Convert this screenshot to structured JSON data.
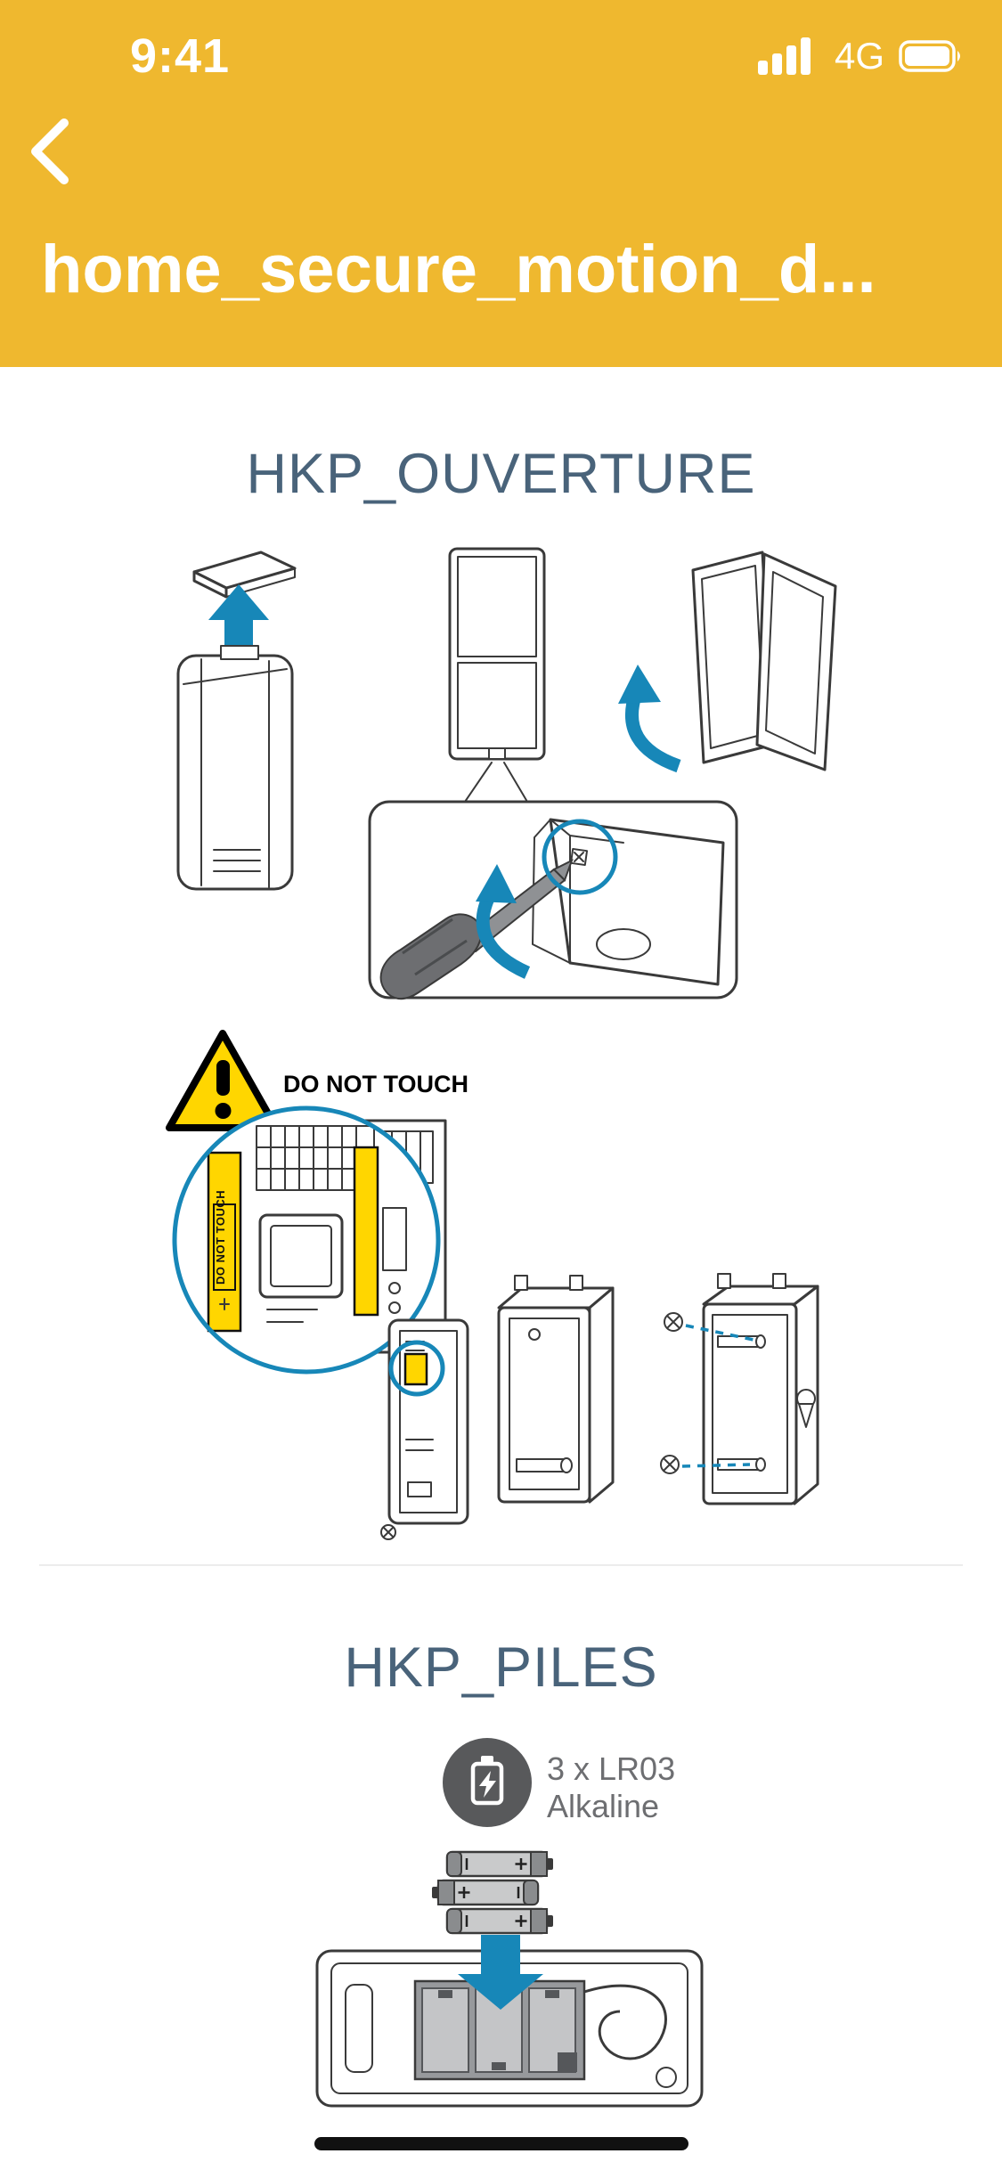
{
  "colors": {
    "header_bg": "#EFB82F",
    "accent_blue": "#1787B8",
    "heading": "#49637A",
    "warning_yellow": "#FFD600"
  },
  "status_bar": {
    "time": "9:41",
    "network": "4G",
    "signal_icon": "signal-bars",
    "battery_icon": "battery-full"
  },
  "header": {
    "back_icon": "chevron-left",
    "title": "home_secure_motion_d..."
  },
  "document": {
    "sections": [
      {
        "title": "HKP_OUVERTURE"
      },
      {
        "title": "HKP_PILES"
      }
    ],
    "warning_label": "DO NOT TOUCH",
    "pcb_strip_label": "DO NOT TOUCH",
    "battery": {
      "spec": "3 x LR03",
      "type": "Alkaline"
    }
  }
}
